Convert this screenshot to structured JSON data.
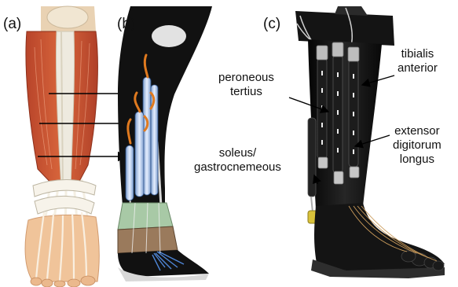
{
  "figure": {
    "panels": [
      {
        "label": "(a)"
      },
      {
        "label": "(b)"
      },
      {
        "label": "(c)"
      }
    ],
    "annotations": {
      "tibialis_anterior": [
        "tibialis",
        "anterior"
      ],
      "peroneous_tertius": [
        "peroneous",
        "tertius"
      ],
      "extensor_digitorum_longus": [
        "extensor",
        "digitorum",
        "longus"
      ],
      "soleus_gastrocnemeous": [
        "soleus/",
        "gastrocnemeous"
      ]
    }
  },
  "colors": {
    "muscle": "#c8502e",
    "tendon": "#eeeadf",
    "sleeve": "#111111",
    "pneumatic_muscle": "#a9c3e6",
    "orange_anchor": "#e07a1f",
    "green_band": "#a8c9a6",
    "brown_band": "#9a7a5c",
    "skin": "#f0c49a"
  }
}
